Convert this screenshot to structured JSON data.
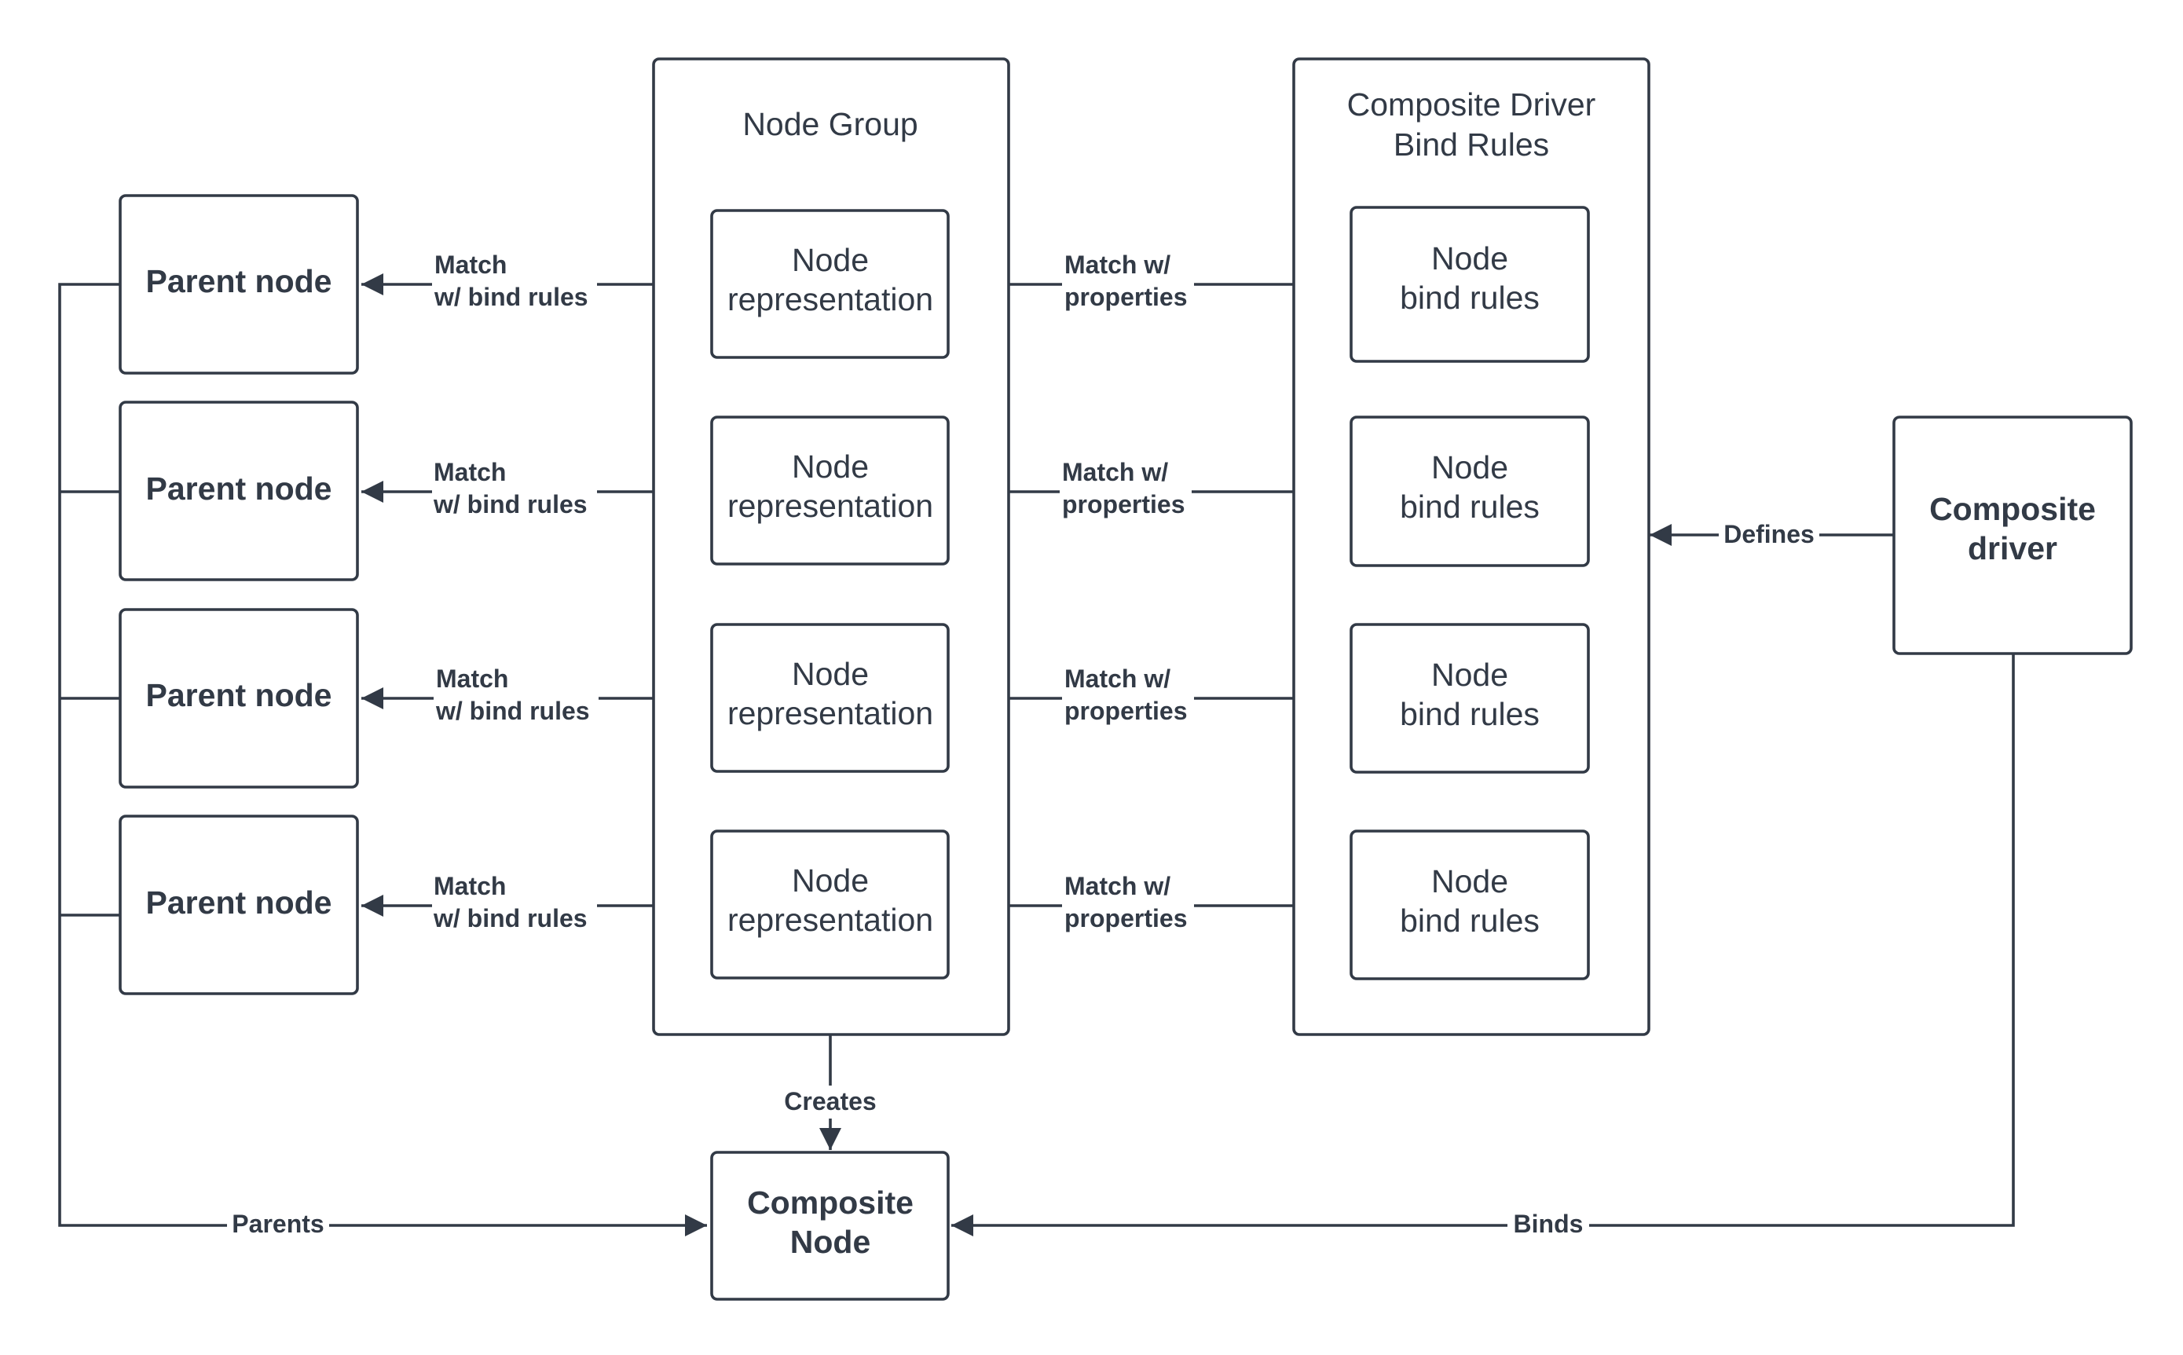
{
  "parent_nodes": [
    {
      "label": "Parent node"
    },
    {
      "label": "Parent node"
    },
    {
      "label": "Parent node"
    },
    {
      "label": "Parent  node"
    }
  ],
  "node_group": {
    "title": "Node Group",
    "items": [
      {
        "line1": "Node",
        "line2": "representation"
      },
      {
        "line1": "Node",
        "line2": "representation"
      },
      {
        "line1": "Node",
        "line2": "representation"
      },
      {
        "line1": "Node",
        "line2": "representation"
      }
    ]
  },
  "composite_rules": {
    "title_line1": "Composite Driver",
    "title_line2": "Bind Rules",
    "items": [
      {
        "line1": "Node",
        "line2": "bind rules"
      },
      {
        "line1": "Node",
        "line2": "bind rules"
      },
      {
        "line1": "Node",
        "line2": "bind rules"
      },
      {
        "line1": "Node",
        "line2": "bind rules"
      }
    ]
  },
  "composite_driver": {
    "line1": "Composite",
    "line2": "driver"
  },
  "composite_node": {
    "line1": "Composite",
    "line2": "Node"
  },
  "edges": {
    "match_bind_line1": "Match",
    "match_bind_line2": "w/ bind rules",
    "match_props_line1": "Match w/",
    "match_props_line2": "properties",
    "defines": "Defines",
    "creates": "Creates",
    "parents": "Parents",
    "binds": "Binds"
  }
}
